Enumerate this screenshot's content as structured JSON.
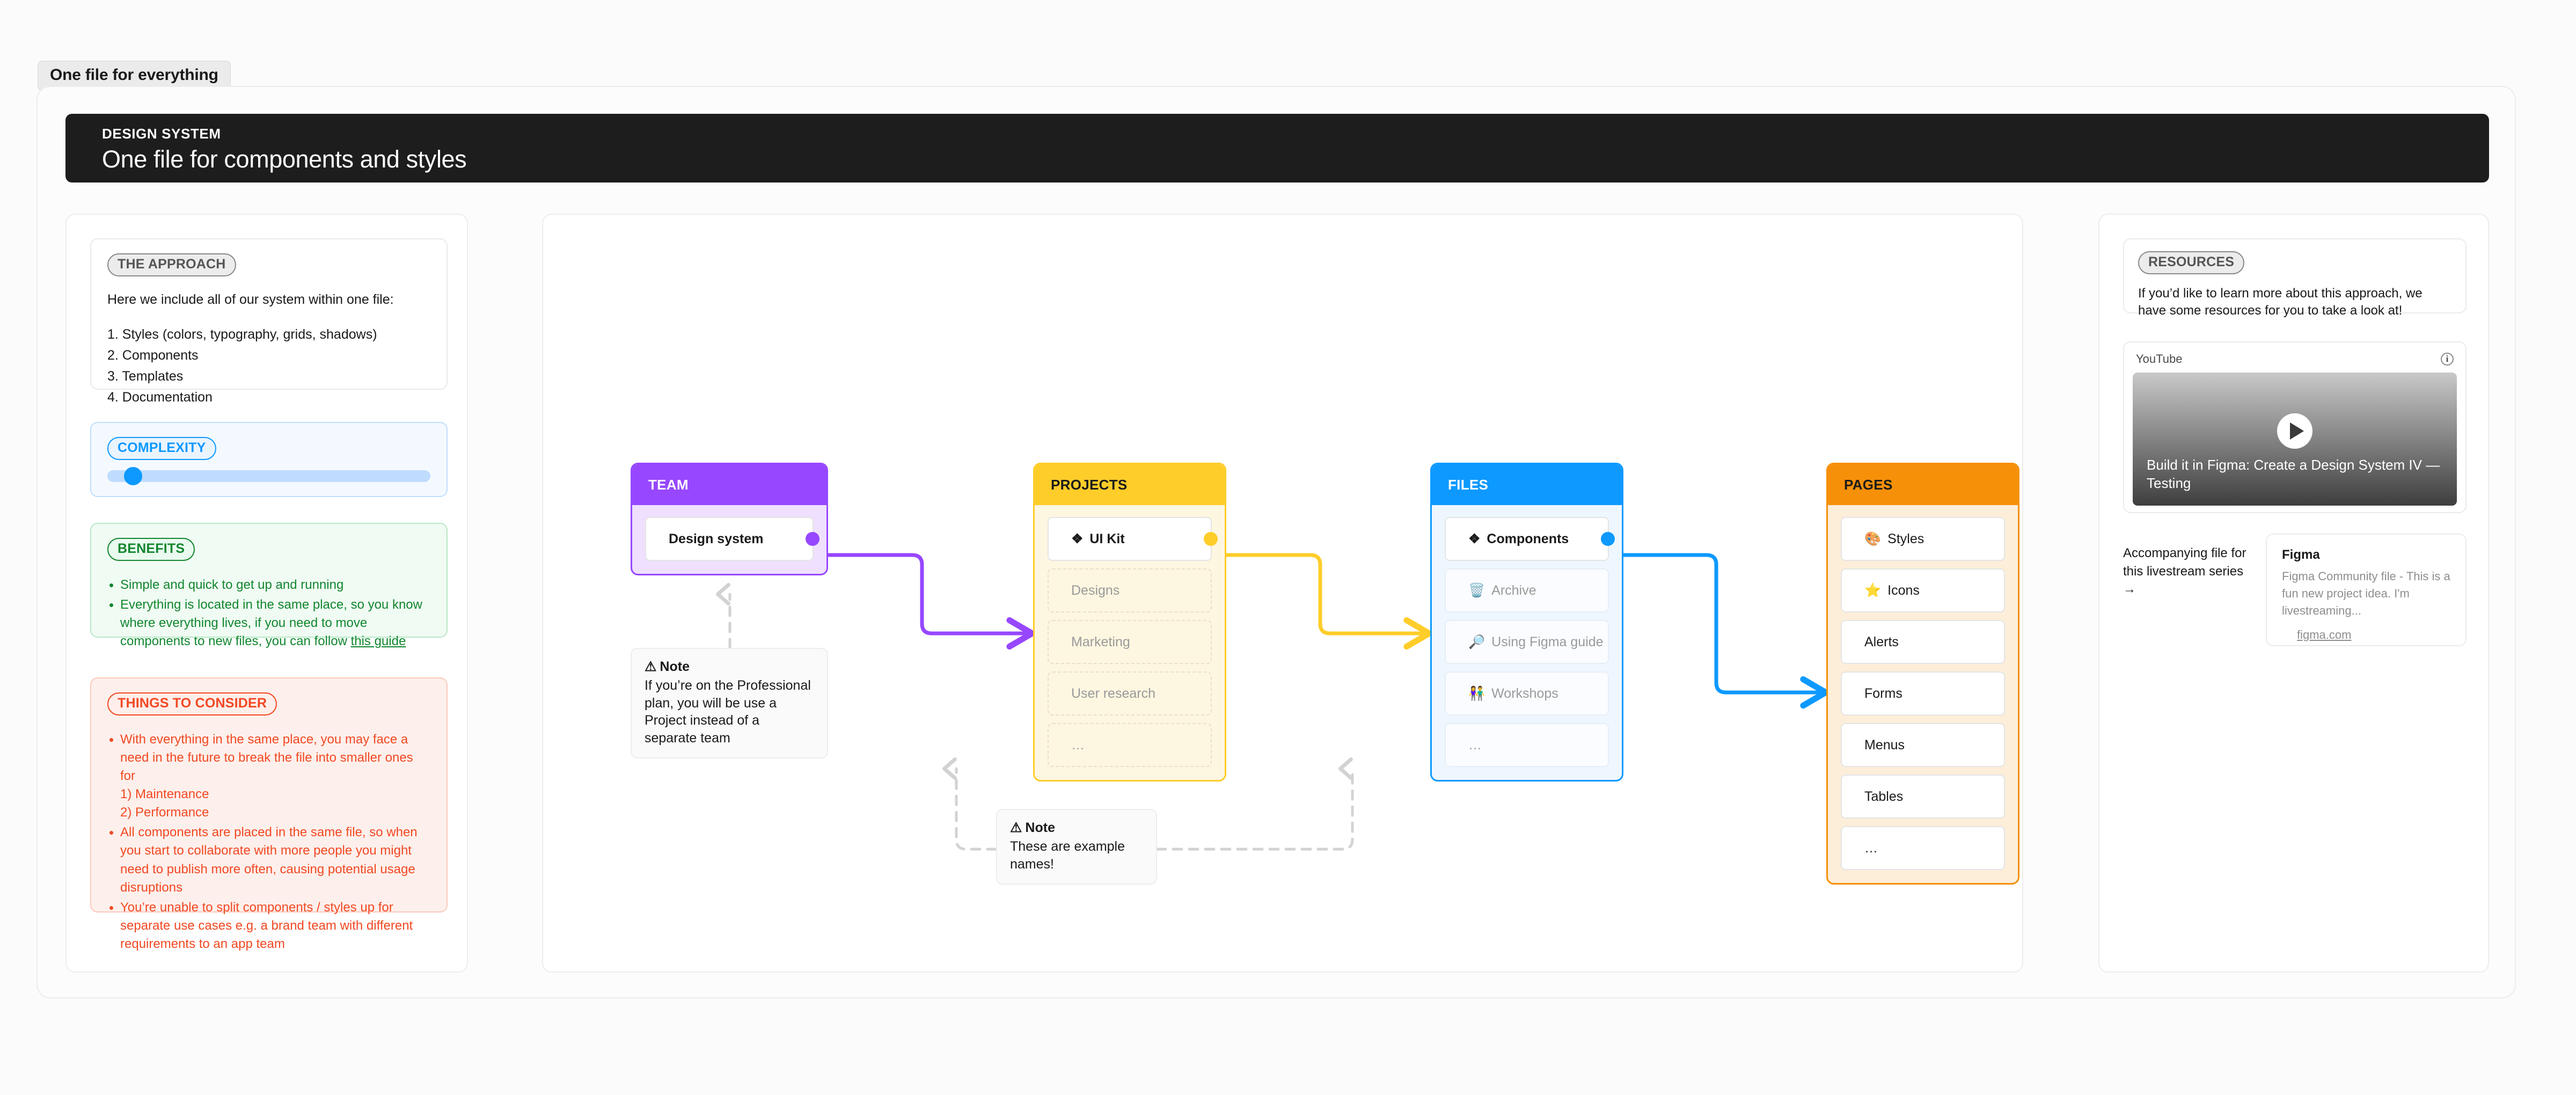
{
  "page_tab": {
    "label": "One file for everything"
  },
  "banner": {
    "eyebrow": "DESIGN SYSTEM",
    "title": "One file for components and styles"
  },
  "left_panel": {
    "approach": {
      "badge": "THE APPROACH",
      "lead": "Here we include all of our system within one file:",
      "items": [
        "1. Styles (colors, typography, grids, shadows)",
        "2. Components",
        "3. Templates",
        "4. Documentation"
      ]
    },
    "complexity": {
      "badge": "COMPLEXITY",
      "value_percent": 8
    },
    "benefits": {
      "badge": "BENEFITS",
      "items": [
        {
          "text": "Simple and quick to get up and running"
        },
        {
          "text": "Everything is located in the same place, so you know where everything lives, if you need to move components to new files, you can follow ",
          "link": "this guide"
        }
      ]
    },
    "consider": {
      "badge": "THINGS TO CONSIDER",
      "items": [
        {
          "text": "With everything in the same place, you may face a need in the future to break the file into smaller ones for",
          "sub": [
            "1) Maintenance",
            "2) Performance"
          ]
        },
        {
          "text": "All components are placed in the same file, so when you start to collaborate with more people you might need to publish more often, causing potential usage disruptions"
        },
        {
          "text": "You’re unable to split components / styles up for separate use cases e.g. a brand team with different requirements to an app team"
        }
      ]
    }
  },
  "diagram": {
    "groups": [
      {
        "title": "TEAM",
        "accent": "#9747ff",
        "nodes": [
          {
            "label": "Design system",
            "emoji": "",
            "style": "bold",
            "dot": "purple"
          }
        ]
      },
      {
        "title": "PROJECTS",
        "accent": "#ffcd29",
        "nodes": [
          {
            "label": "UI Kit",
            "emoji": "❖",
            "style": "bold",
            "dot": "yellow"
          },
          {
            "label": "Designs",
            "emoji": "",
            "style": "ghost"
          },
          {
            "label": "Marketing",
            "emoji": "",
            "style": "ghost"
          },
          {
            "label": "User research",
            "emoji": "",
            "style": "ghost"
          },
          {
            "label": "…",
            "emoji": "",
            "style": "ghost"
          }
        ]
      },
      {
        "title": "FILES",
        "accent": "#0d99ff",
        "nodes": [
          {
            "label": "Components",
            "emoji": "❖",
            "style": "bold",
            "dot": "blue"
          },
          {
            "label": "Archive",
            "emoji": "🗑️",
            "style": "ghost"
          },
          {
            "label": "Using Figma guide",
            "emoji": "🔎",
            "style": "ghost"
          },
          {
            "label": "Workshops",
            "emoji": "👫",
            "style": "ghost"
          },
          {
            "label": "…",
            "emoji": "",
            "style": "ghost"
          }
        ]
      },
      {
        "title": "PAGES",
        "accent": "#f79009",
        "nodes": [
          {
            "label": "Styles",
            "emoji": "🎨",
            "style": ""
          },
          {
            "label": "Icons",
            "emoji": "⭐",
            "style": ""
          },
          {
            "label": "Alerts",
            "emoji": "",
            "style": ""
          },
          {
            "label": "Forms",
            "emoji": "",
            "style": ""
          },
          {
            "label": "Menus",
            "emoji": "",
            "style": ""
          },
          {
            "label": "Tables",
            "emoji": "",
            "style": ""
          },
          {
            "label": "…",
            "emoji": "",
            "style": ""
          }
        ]
      }
    ],
    "note_team": {
      "warn_icon": "⚠",
      "title": "Note",
      "body": "If you’re on the Professional plan, you will be use a Project instead of a separate team"
    },
    "note_names": {
      "warn_icon": "⚠",
      "title": "Note",
      "body": "These are example names!"
    }
  },
  "right_panel": {
    "resources": {
      "badge": "RESOURCES",
      "text": "If you’d like to learn more about this approach, we have some resources for you to take a look at!"
    },
    "embed": {
      "source": "YouTube",
      "info_icon": "i",
      "play_icon": "play-button",
      "video_title": "Build it in Figma: Create a Design System IV — Testing"
    },
    "accompanying_text": "Accompanying file for this livestream series →",
    "figma_card": {
      "title": "Figma",
      "description": "Figma Community file - This is a fun new project idea. I'm livestreaming...",
      "link": "figma.com"
    }
  }
}
